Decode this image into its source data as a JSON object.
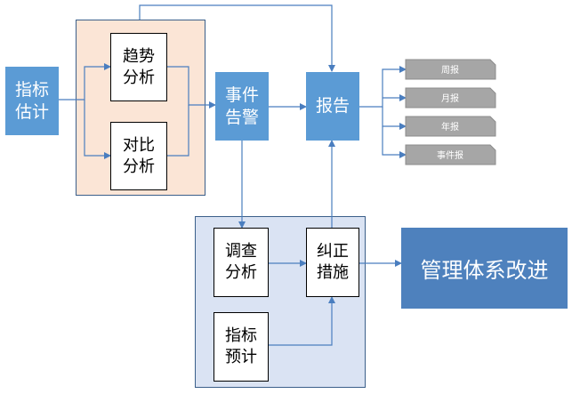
{
  "nodes": {
    "indicator_estimate": "指标\n估计",
    "trend_analysis": "趋势\n分析",
    "compare_analysis": "对比\n分析",
    "event_alarm": "事件\n告警",
    "report": "报告",
    "investigate_analysis": "调查\n分析",
    "corrective_measures": "纠正\n措施",
    "indicator_forecast": "指标\n预计",
    "management_improvement": "管理体系改进"
  },
  "report_types": [
    "周报",
    "月报",
    "年报",
    "事件报"
  ],
  "colors": {
    "blue_box": "#5b9bd5",
    "orange_group": "#fbe5d6",
    "blue_group": "#dae3f3",
    "dark_blue_box": "#4e81bd",
    "tag_gray": "#a6a6a6",
    "arrow": "#4a7ebf"
  }
}
